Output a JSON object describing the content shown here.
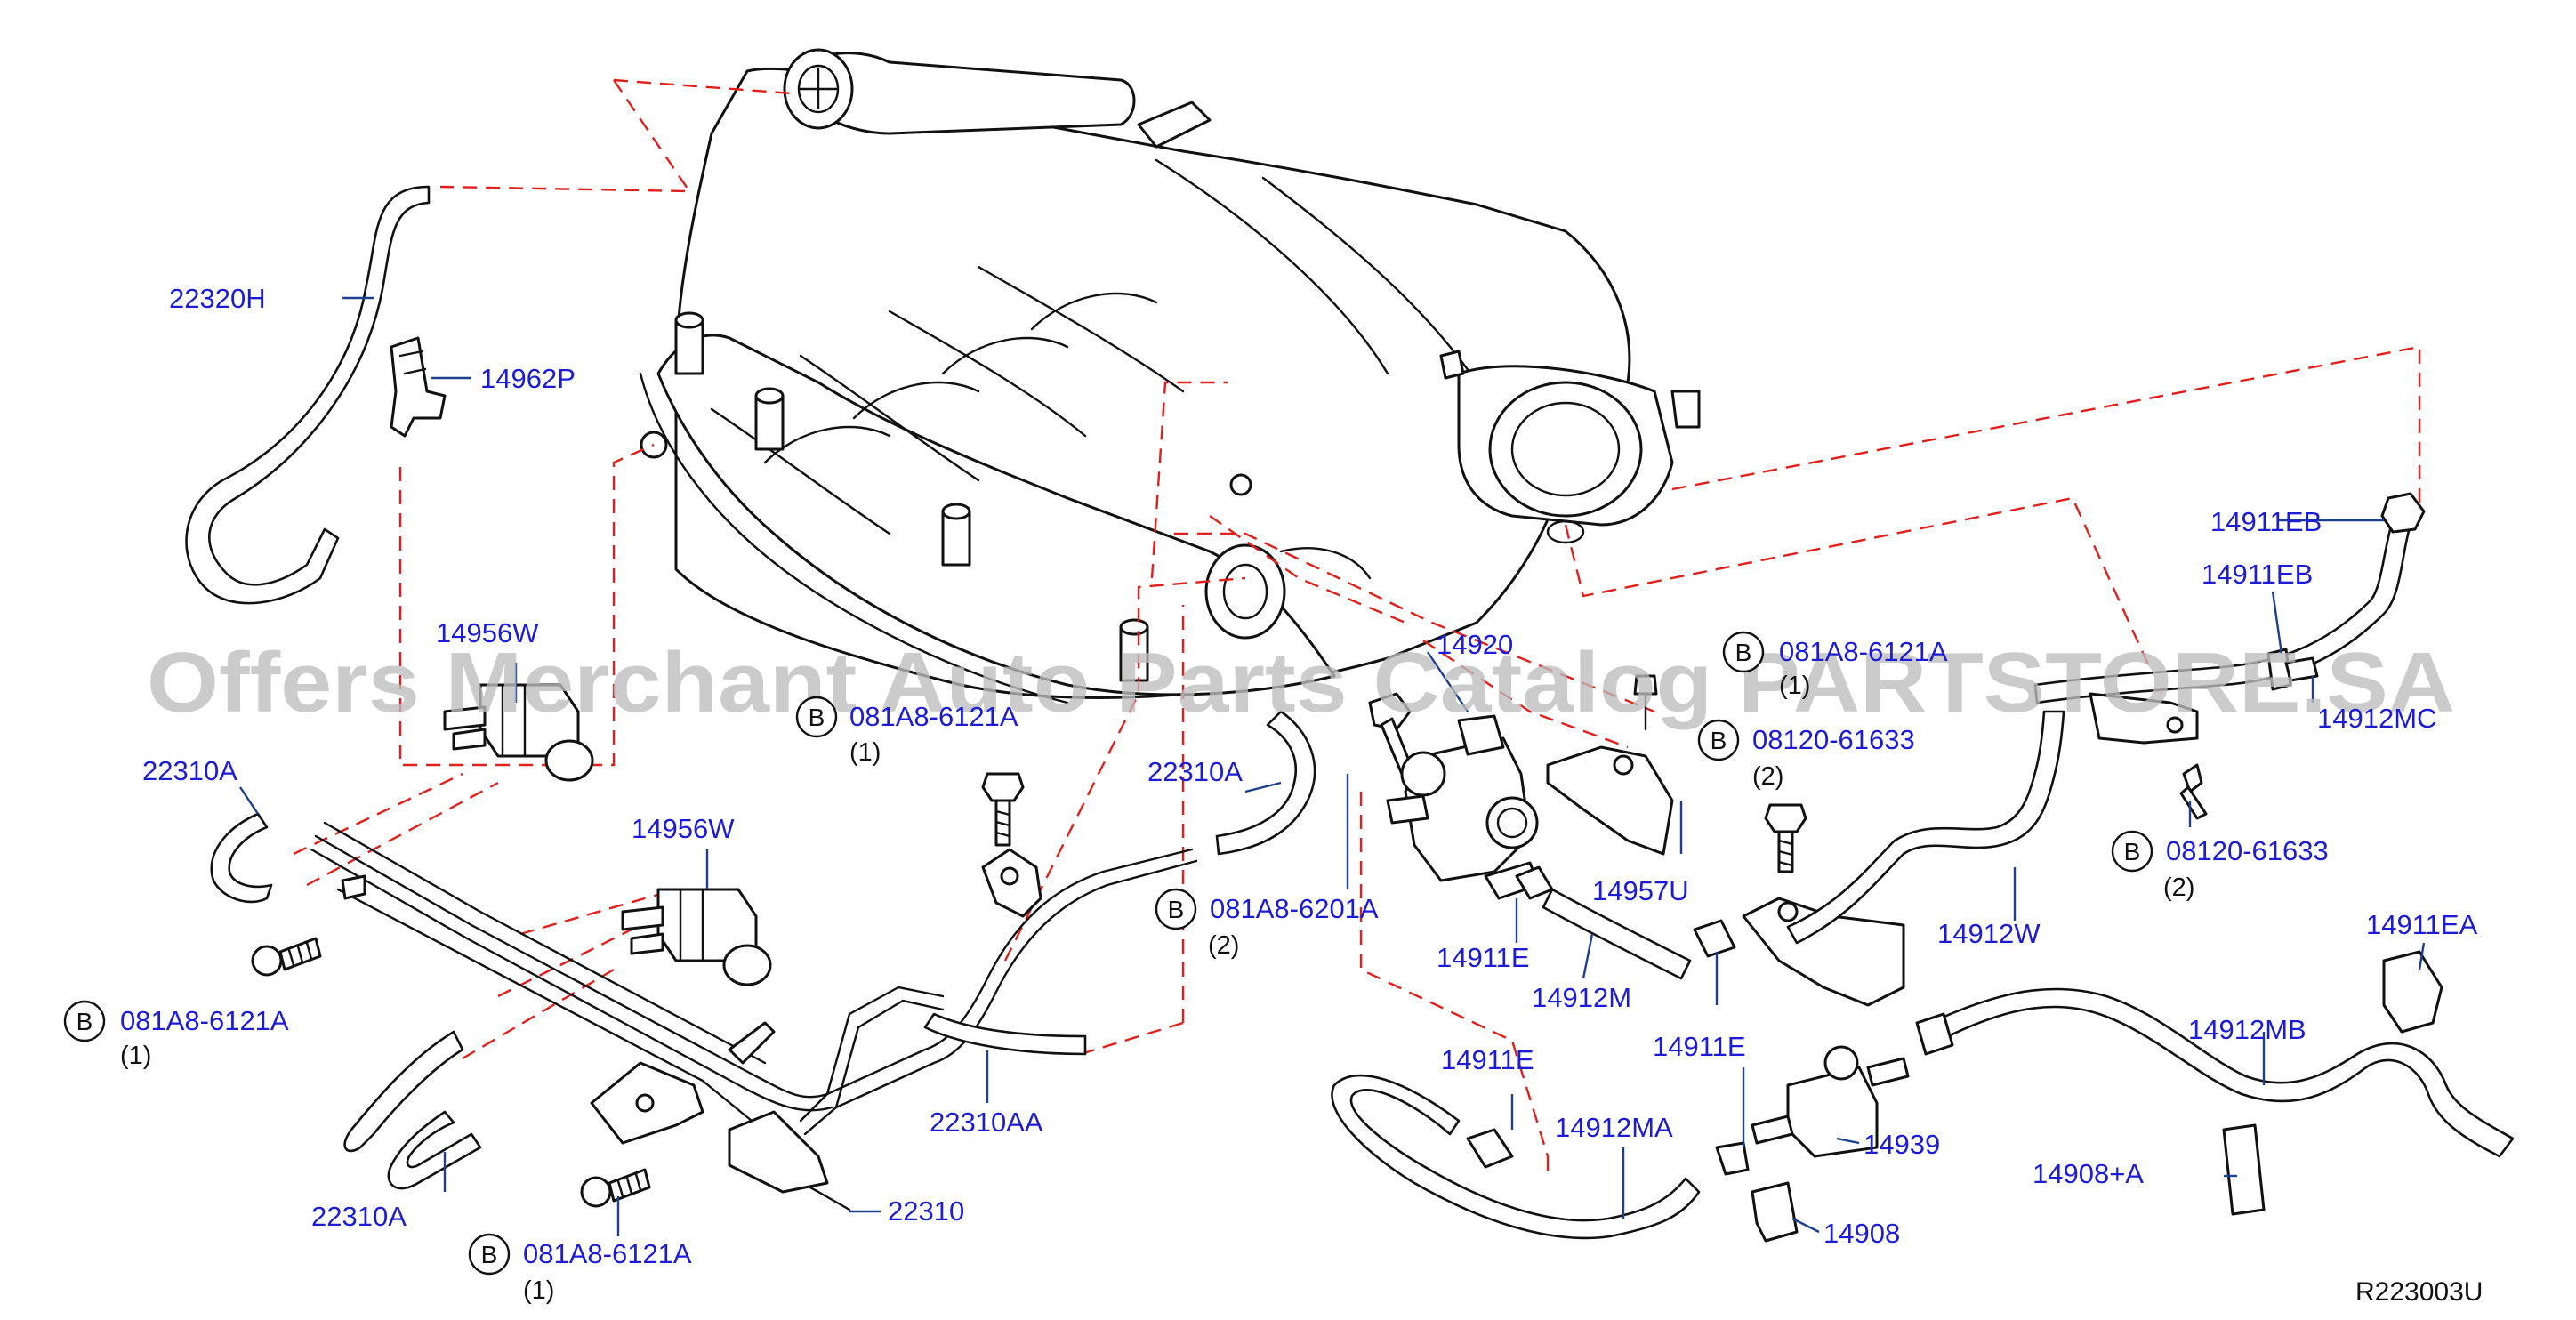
{
  "watermark": "Offers Merchant Auto Parts Catalog PARTSTORE.SA",
  "diagram_ref": "R223003U",
  "labels": {
    "p22320H": "22320H",
    "p14962P": "14962P",
    "p14956W_a": "14956W",
    "p22310A_a": "22310A",
    "p14956W_b": "14956W",
    "b_081A8_6121A_a": "081A8-6121A",
    "q_a": "(1)",
    "p22310A_b": "22310A",
    "b_081A8_6121A_b": "081A8-6121A",
    "q_b": "(1)",
    "p22310": "22310",
    "p22310A_c": "22310A",
    "p22310AA": "22310AA",
    "b_081A8_6121A_c": "081A8-6121A",
    "q_c": "(1)",
    "b_081A8_6201A": "081A8-6201A",
    "q_d": "(2)",
    "p14920": "14920",
    "b_081A8_6121A_d": "081A8-6121A",
    "q_e": "(1)",
    "b_08120_61633_a": "08120-61633",
    "q_f": "(2)",
    "p14957U": "14957U",
    "p14911E_a": "14911E",
    "p14912M": "14912M",
    "p14911E_b": "14911E",
    "p14911E_c": "14911E",
    "p14912MA": "14912MA",
    "p14939": "14939",
    "p14908": "14908",
    "p14912W": "14912W",
    "p14911EB_a": "14911EB",
    "p14911EB_b": "14911EB",
    "p14912MC": "14912MC",
    "b_08120_61633_b": "08120-61633",
    "q_g": "(2)",
    "p14911EA": "14911EA",
    "p14912MB": "14912MB",
    "p14908A": "14908+A",
    "bolt_symbol": "B"
  },
  "colors": {
    "part_number": "#1c1cd6",
    "leader_line": "#1d3f8f",
    "phantom_line": "#e0201c",
    "outline": "#111111"
  }
}
